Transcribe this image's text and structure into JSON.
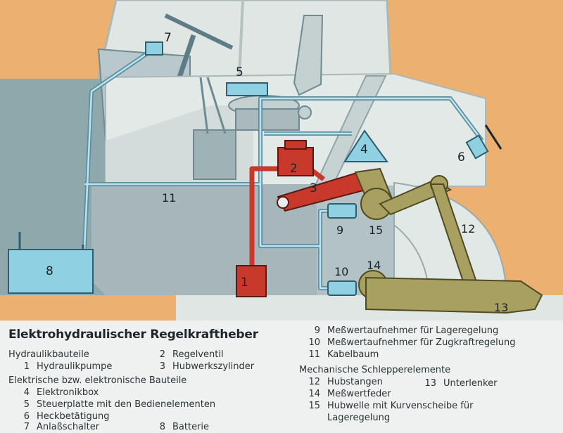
{
  "diagram": {
    "title": "Elektrohydraulischer Regelkraftheber",
    "colors": {
      "background": "#ecb070",
      "hydraulic_red": "#c8392b",
      "mechanical_olive": "#a8a060",
      "electronic_blue": "#8fd0e2",
      "line_blue": "#5a8ea0",
      "tractor_gray": "#b8c8cc"
    },
    "callouts": {
      "n1": "1",
      "n2": "2",
      "n3": "3",
      "n4": "4",
      "n5": "5",
      "n6": "6",
      "n7": "7",
      "n8": "8",
      "n9": "9",
      "n10": "10",
      "n11": "11",
      "n12": "12",
      "n13": "13",
      "n14": "14",
      "n15": "15"
    }
  },
  "legend": {
    "hydraulic_header": "Hydraulikbauteile",
    "electrical_header": "Elektrische bzw. elektronische Bauteile",
    "mechanical_header": "Mechanische Schlepperelemente",
    "items": {
      "i1": {
        "num": "1",
        "text": "Hydraulikpumpe"
      },
      "i2": {
        "num": "2",
        "text": "Regelventil"
      },
      "i3": {
        "num": "3",
        "text": "Hubwerkszylinder"
      },
      "i4": {
        "num": "4",
        "text": "Elektronikbox"
      },
      "i5": {
        "num": "5",
        "text": "Steuerplatte mit den Bedienelementen"
      },
      "i6": {
        "num": "6",
        "text": "Heckbetätigung"
      },
      "i7": {
        "num": "7",
        "text": "Anlaßschalter"
      },
      "i8": {
        "num": "8",
        "text": "Batterie"
      },
      "i9": {
        "num": "9",
        "text": "Meßwertaufnehmer für Lageregelung"
      },
      "i10": {
        "num": "10",
        "text": "Meßwertaufnehmer für Zugkraftregelung"
      },
      "i11": {
        "num": "11",
        "text": "Kabelbaum"
      },
      "i12": {
        "num": "12",
        "text": "Hubstangen"
      },
      "i13": {
        "num": "13",
        "text": "Unterlenker"
      },
      "i14": {
        "num": "14",
        "text": "Meßwertfeder"
      },
      "i15": {
        "num": "15",
        "text": "Hubwelle mit Kurvenscheibe für"
      },
      "i15b": {
        "text": "Lageregelung"
      }
    }
  }
}
